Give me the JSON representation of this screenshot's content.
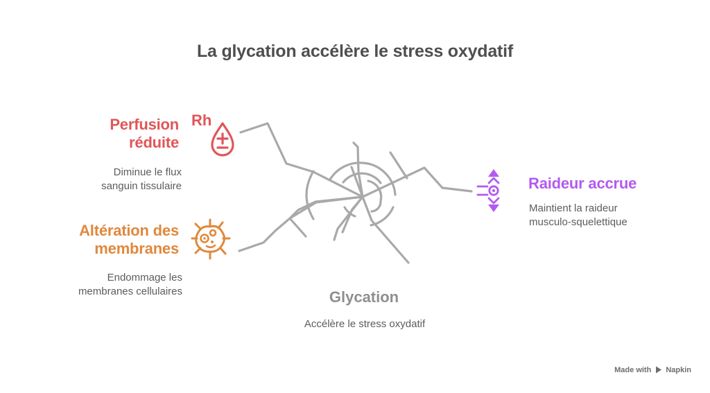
{
  "title": "La glycation accélère le stress oxydatif",
  "center": {
    "label": "Glycation",
    "description": "Accélère le stress oxydatif"
  },
  "nodes": [
    {
      "label": "Perfusion réduite",
      "description": "Diminue le flux sanguin tissulaire",
      "color": "#e15558",
      "icon": "blood-drop-rh-icon",
      "icon_text": "Rh"
    },
    {
      "label": "Altération des membranes",
      "description": "Endommage les membranes cellulaires",
      "color": "#e0883c",
      "icon": "cell-membrane-icon"
    },
    {
      "label": "Raideur accrue",
      "description": "Maintient la raideur musculo-squelettique",
      "color": "#b35af0",
      "icon": "stiffness-compression-icon"
    }
  ],
  "footer": {
    "made_with": "Made with",
    "brand": "Napkin"
  },
  "colors": {
    "red": "#e15558",
    "orange": "#e0883c",
    "purple": "#b35af0",
    "network_line": "#a9a9a9",
    "title_text": "#4f4f4f",
    "subtitle_text": "#5c5c5c",
    "center_label_text": "#8f8f8f"
  }
}
